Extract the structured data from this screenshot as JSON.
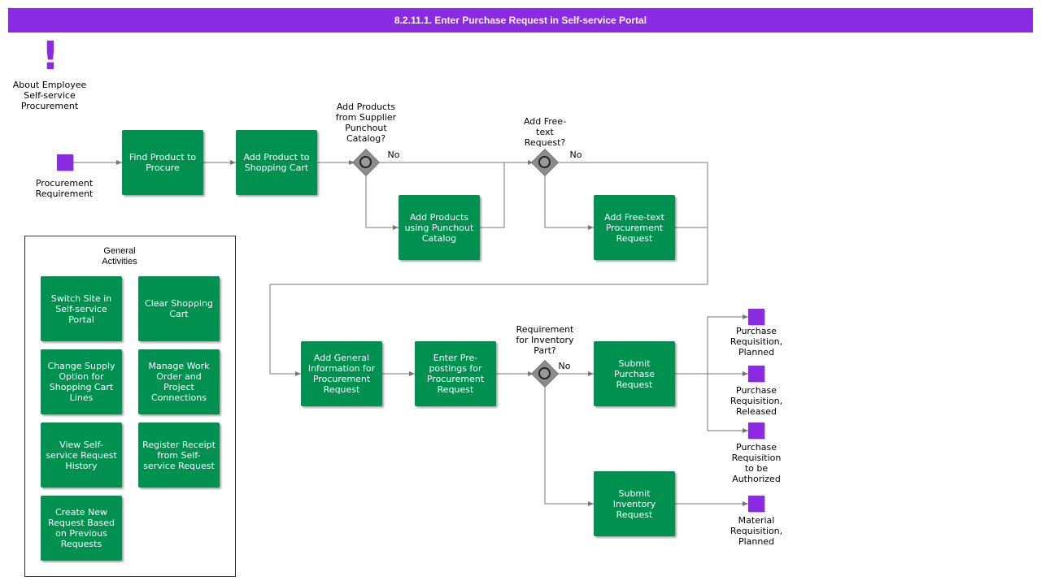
{
  "title": "8.2.11.1. Enter Purchase Request in Self-service Portal",
  "about": {
    "icon": "exclamation-icon",
    "label": "About Employee\nSelf-service\nProcurement"
  },
  "start_event": "Procurement\nRequirement",
  "tasks": {
    "find_product": "Find Product to Procure",
    "add_to_cart": "Add Product to Shopping Cart",
    "add_punchout": "Add Products using Punchout Catalog",
    "add_freetext": "Add Free-text Procurement Request",
    "add_general_info": "Add General Information for Procurement Request",
    "enter_prepostings": "Enter Pre-postings for Procurement Request",
    "submit_purchase": "Submit Purchase Request",
    "submit_inventory": "Submit Inventory Request"
  },
  "gateways": {
    "punchout_q": "Add Products\nfrom Supplier\nPunchout\nCatalog?",
    "freetext_q": "Add Free-\ntext\nRequest?",
    "inventory_q": "Requirement\nfor Inventory\nPart?",
    "no_label": "No"
  },
  "end_events": {
    "pr_planned": "Purchase\nRequisition,\nPlanned",
    "pr_released": "Purchase\nRequisition,\nReleased",
    "pr_to_authorize": "Purchase\nRequisition\nto be\nAuthorized",
    "mr_planned": "Material\nRequisition,\nPlanned"
  },
  "general_activities": {
    "title": "General\nActivities",
    "items": [
      "Switch Site in Self-service Portal",
      "Clear Shopping Cart",
      "Change Supply Option for Shopping Cart Lines",
      "Manage Work Order and Project Connections",
      "View Self-service Request History",
      "Register Receipt from Self-service Request",
      "Create New Request Based on Previous Requests"
    ]
  },
  "colors": {
    "accent": "#8a2be2",
    "task": "#009150",
    "gateway": "#8c8c8c",
    "line": "#777777"
  }
}
